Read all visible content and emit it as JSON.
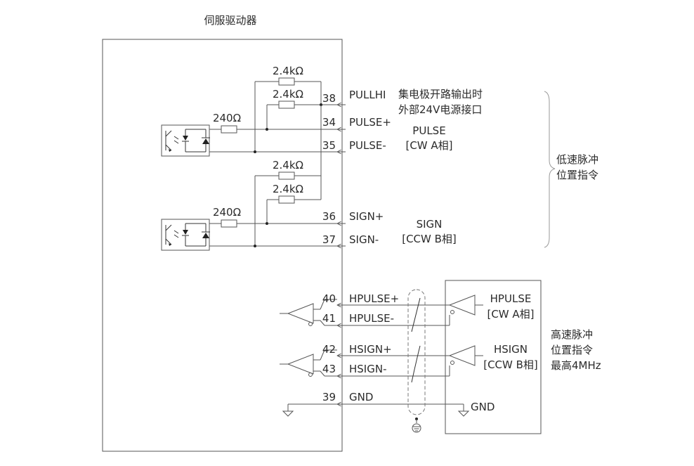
{
  "title": "伺服驱动器",
  "resistors": {
    "pulse_top": "2.4kΩ",
    "pulse_bottom": "2.4kΩ",
    "pulse_series": "240Ω",
    "sign_top": "2.4kΩ",
    "sign_bottom": "2.4kΩ",
    "sign_series": "240Ω"
  },
  "pins": [
    {
      "num": "38",
      "name": "PULLHI"
    },
    {
      "num": "34",
      "name": "PULSE+"
    },
    {
      "num": "35",
      "name": "PULSE-"
    },
    {
      "num": "36",
      "name": "SIGN+"
    },
    {
      "num": "37",
      "name": "SIGN-"
    },
    {
      "num": "40",
      "name": "HPULSE+"
    },
    {
      "num": "41",
      "name": "HPULSE-"
    },
    {
      "num": "42",
      "name": "HSIGN+"
    },
    {
      "num": "43",
      "name": "HSIGN-"
    },
    {
      "num": "39",
      "name": "GND"
    }
  ],
  "notes": {
    "open_collector_line1": "集电极开路输出时",
    "open_collector_line2": "外部24V电源接口",
    "pulse_label": "PULSE",
    "pulse_phase": "[CW A相]",
    "sign_label": "SIGN",
    "sign_phase": "[CCW B相]",
    "low_speed_line1": "低速脉冲",
    "low_speed_line2": "位置指令",
    "hpulse_label": "HPULSE",
    "hpulse_phase": "[CW A相]",
    "hsign_label": "HSIGN",
    "hsign_phase": "[CCW B相]",
    "high_speed_line1": "高速脉冲",
    "high_speed_line2": "位置指令",
    "high_speed_line3": "最高4MHz",
    "gnd_right": "GND"
  }
}
